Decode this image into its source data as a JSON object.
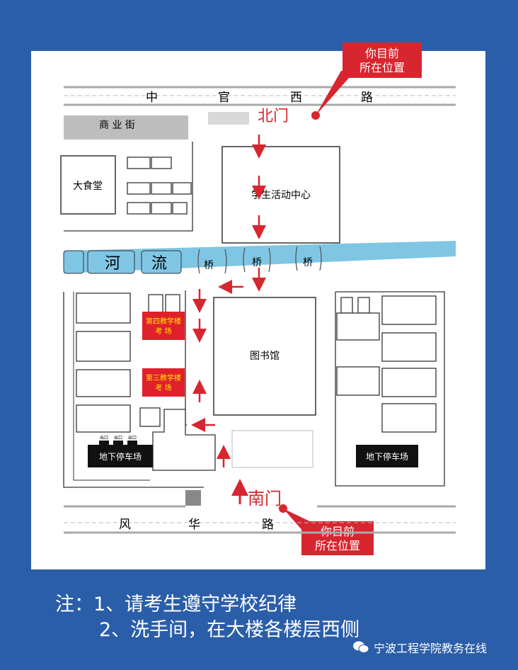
{
  "map": {
    "roads": {
      "north": [
        "中",
        "官",
        "西",
        "路"
      ],
      "south": [
        "风",
        "华",
        "路"
      ],
      "commercial_street": "商 业 街"
    },
    "gates": {
      "north": "北门",
      "south": "南门"
    },
    "you_are_here": {
      "line1": "你目前",
      "line2": "所在位置"
    },
    "buildings": {
      "canteen": "大食堂",
      "student_center": "学生活动中心",
      "library": "图书馆",
      "exam_building_4": [
        "第四教学楼",
        "考 场"
      ],
      "exam_building_3": [
        "第三教学楼",
        "考 场"
      ],
      "parking_west": "地下停车场",
      "parking_east": "地下停车场"
    },
    "river": [
      "河",
      "流"
    ],
    "bridge": "桥",
    "exit_label": "出口",
    "colors": {
      "background": "#2b5ea9",
      "accent_red": "#d7262f",
      "river": "#7fc6e4",
      "exam_fill": "#e0202a",
      "exam_text": "#ffe600",
      "parking": "#111111"
    }
  },
  "notes": {
    "line1": "注：1、请考生遵守学校纪律",
    "line2": "2、洗手间，在大楼各楼层西侧"
  },
  "brand": "宁波工程学院教务在线"
}
